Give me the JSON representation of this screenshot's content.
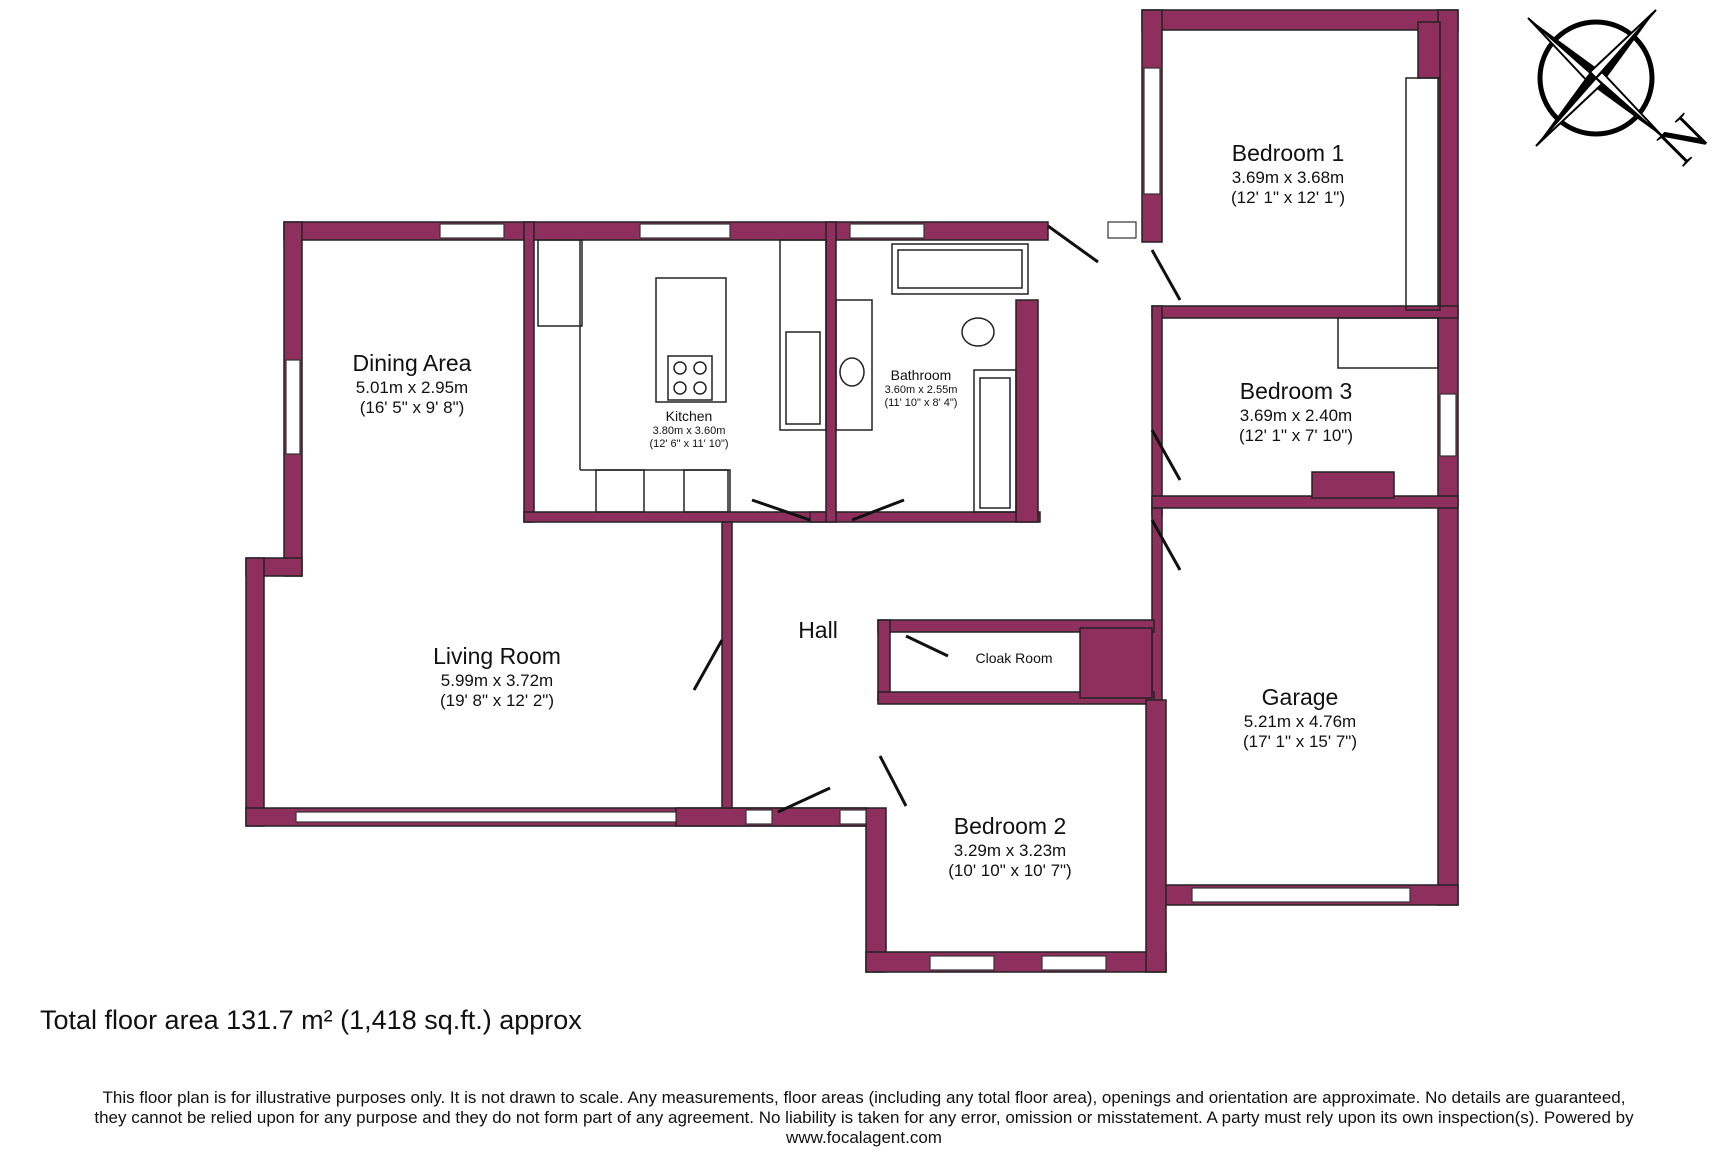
{
  "wall_color": "#8E2F5E",
  "rooms": {
    "dining": {
      "name": "Dining Area",
      "metric": "5.01m x 2.95m",
      "imperial": "(16' 5\" x 9' 8\")"
    },
    "kitchen": {
      "name": "Kitchen",
      "metric": "3.80m x 3.60m",
      "imperial": "(12' 6\" x 11' 10\")"
    },
    "bathroom": {
      "name": "Bathroom",
      "metric": "3.60m x 2.55m",
      "imperial": "(11' 10\" x 8' 4\")"
    },
    "bedroom1": {
      "name": "Bedroom 1",
      "metric": "3.69m x 3.68m",
      "imperial": "(12' 1\" x 12' 1\")"
    },
    "bedroom3": {
      "name": "Bedroom 3",
      "metric": "3.69m x 2.40m",
      "imperial": "(12' 1\" x 7' 10\")"
    },
    "living": {
      "name": "Living Room",
      "metric": "5.99m x 3.72m",
      "imperial": "(19' 8\" x 12' 2\")"
    },
    "hall": {
      "name": "Hall"
    },
    "cloak": {
      "name": "Cloak Room"
    },
    "garage": {
      "name": "Garage",
      "metric": "5.21m x 4.76m",
      "imperial": "(17' 1\" x 15' 7\")"
    },
    "bedroom2": {
      "name": "Bedroom 2",
      "metric": "3.29m x 3.23m",
      "imperial": "(10' 10\" x 10' 7\")"
    }
  },
  "compass": {
    "icon": "compass-rose-icon",
    "label": "N"
  },
  "footer": {
    "total_area": "Total floor area 131.7 m² (1,418 sq.ft.) approx",
    "disclaimer_1": "This floor plan is for illustrative purposes only. It is not drawn to scale. Any measurements, floor areas (including any total floor area), openings and orientation are approximate. No details are guaranteed,",
    "disclaimer_2": "they cannot be relied upon for any purpose and they do not form part of any agreement. No liability is taken for any error, omission or misstatement. A party must rely upon its own inspection(s). Powered by",
    "disclaimer_3": "www.focalagent.com"
  }
}
